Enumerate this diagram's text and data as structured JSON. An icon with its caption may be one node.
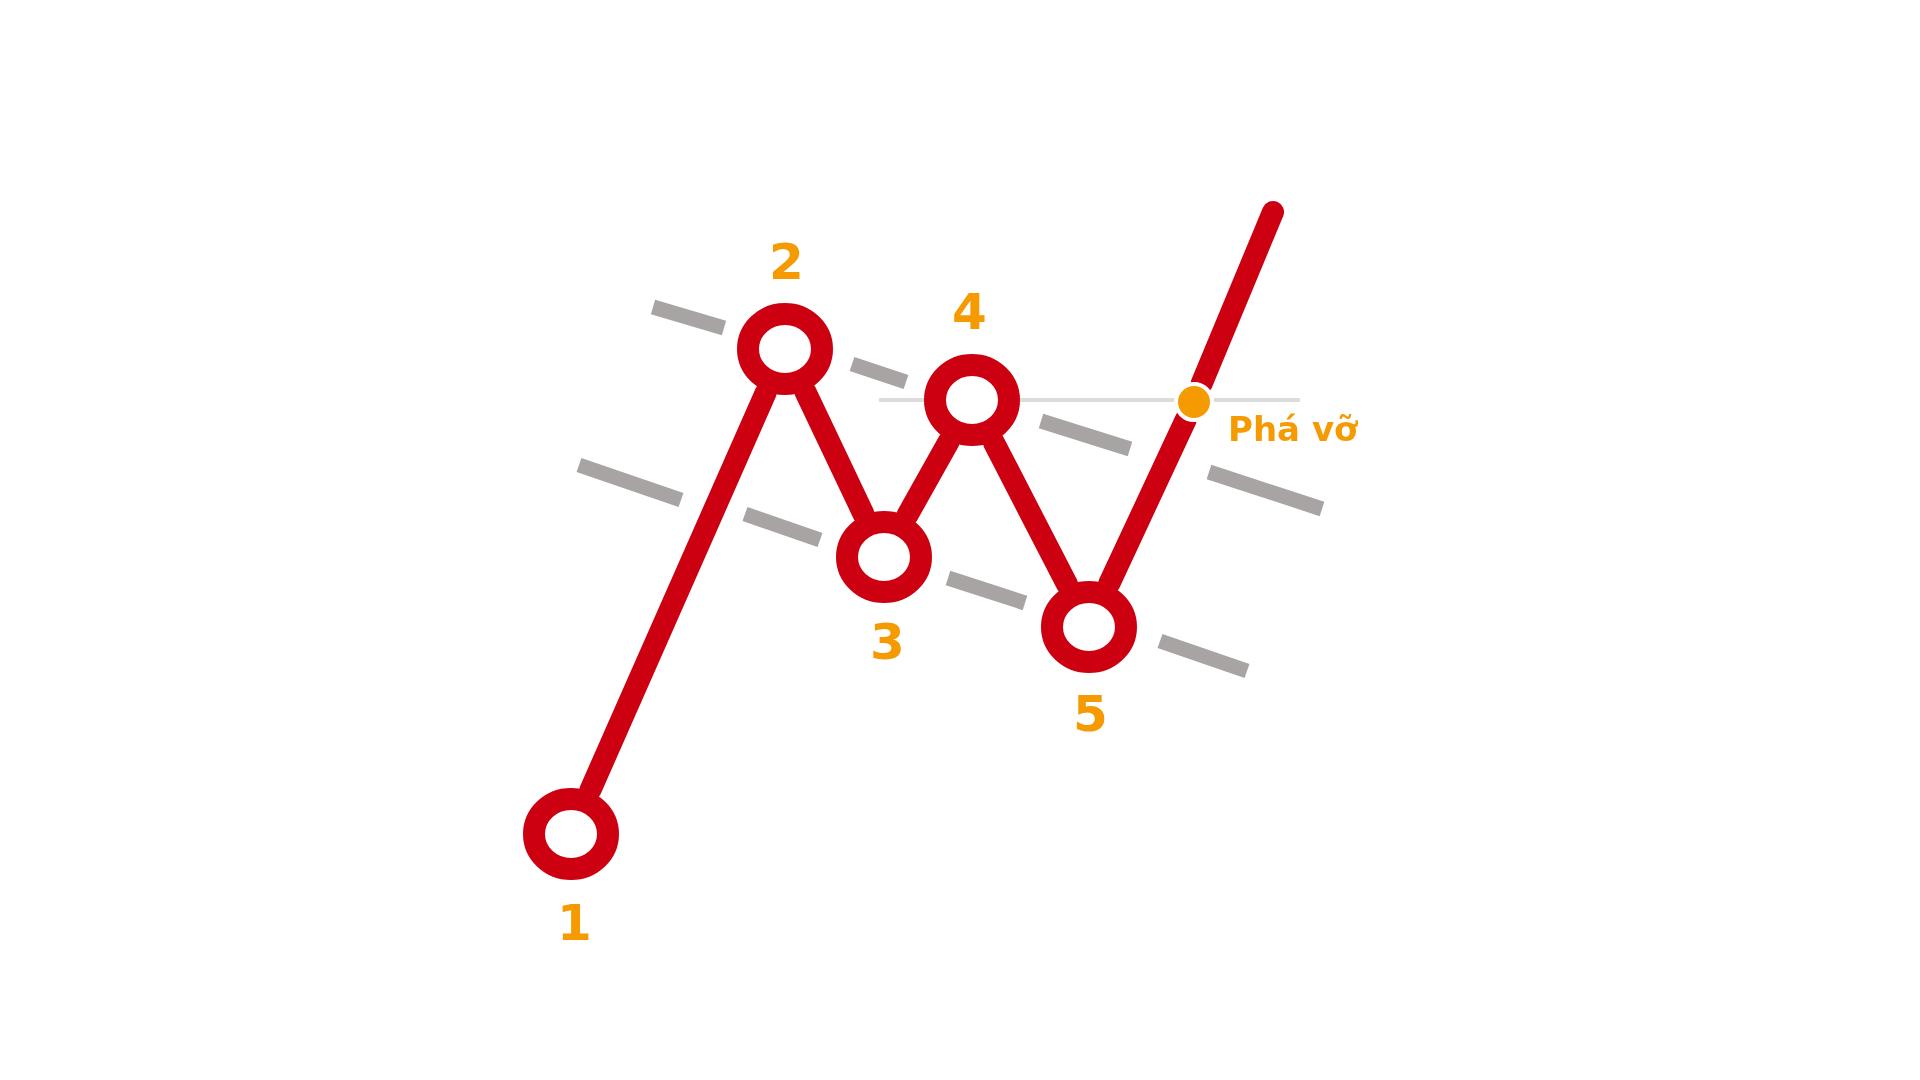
{
  "diagram": {
    "nodes": [
      {
        "text": [
          "1"
        ]
      },
      {
        "text": [
          "2"
        ]
      },
      {
        "text": [
          "3"
        ]
      },
      {
        "text": [
          "4"
        ]
      },
      {
        "text": [
          "5"
        ]
      },
      {
        "text": [
          "Phá vỡ"
        ]
      }
    ],
    "edges": [
      {
        "from": 0,
        "to": 1,
        "arrow": "none"
      },
      {
        "from": 1,
        "to": 2,
        "arrow": "none"
      },
      {
        "from": 2,
        "to": 3,
        "arrow": "none"
      },
      {
        "from": 3,
        "to": 4,
        "arrow": "none"
      },
      {
        "from": 4,
        "to": 5,
        "arrow": "none"
      },
      {
        "from": 5,
        "to": null,
        "arrow": "none"
      }
    ]
  }
}
